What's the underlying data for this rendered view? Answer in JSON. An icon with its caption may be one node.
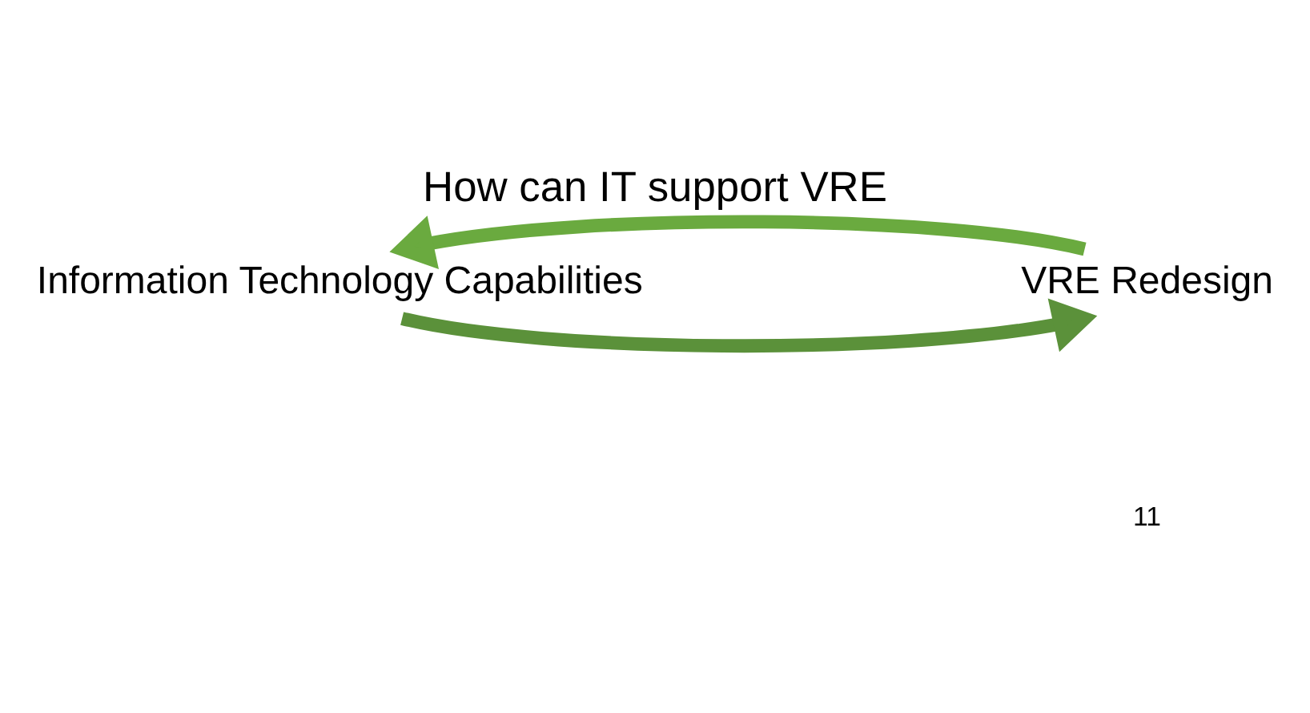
{
  "diagram": {
    "title": "How can IT support VRE",
    "nodes": [
      {
        "text": [
          "Information Technology Capabilities"
        ]
      },
      {
        "text": [
          "VRE Redesign"
        ]
      }
    ],
    "edges": [
      {
        "from": 0,
        "to": 1,
        "arrow": "to",
        "color": "#5b913a"
      },
      {
        "from": 1,
        "to": 0,
        "arrow": "to",
        "color": "#6aaa3f"
      }
    ],
    "labels": [
      "11"
    ]
  }
}
